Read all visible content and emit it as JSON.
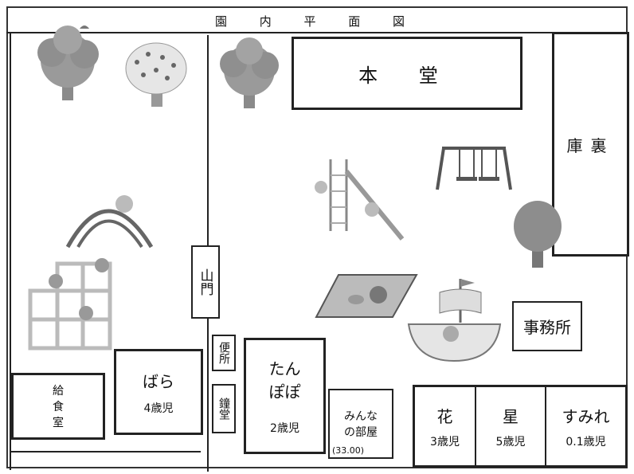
{
  "title": "園 内 平 面 図",
  "rooms": {
    "hondo": "本 堂",
    "kuri": "庫裏",
    "sanmon": "山門",
    "jimusho": "事務所",
    "kyushoku_line1": "給",
    "kyushoku_line2": "食",
    "kyushoku_line3": "室",
    "bara_name": "ばら",
    "bara_age": "4歳児",
    "benjo": "便所",
    "shodo": "鐘堂",
    "tanpopo_line1": "たん",
    "tanpopo_line2": "ぽぽ",
    "tanpopo_age": "2歳児",
    "minna_line1": "みんな",
    "minna_line2": "の部屋",
    "minna_note": "(33.00)",
    "hana_name": "花",
    "hana_age": "3歳児",
    "hoshi_name": "星",
    "hoshi_age": "5歳児",
    "sumire_name": "すみれ",
    "sumire_age": "0.1歳児"
  },
  "icons": [
    "tree-icon",
    "cherry-tree-icon",
    "slide-icon",
    "swing-icon",
    "sandbox-icon",
    "ship-icon",
    "climbing-arch-icon",
    "jungle-gym-icon"
  ]
}
